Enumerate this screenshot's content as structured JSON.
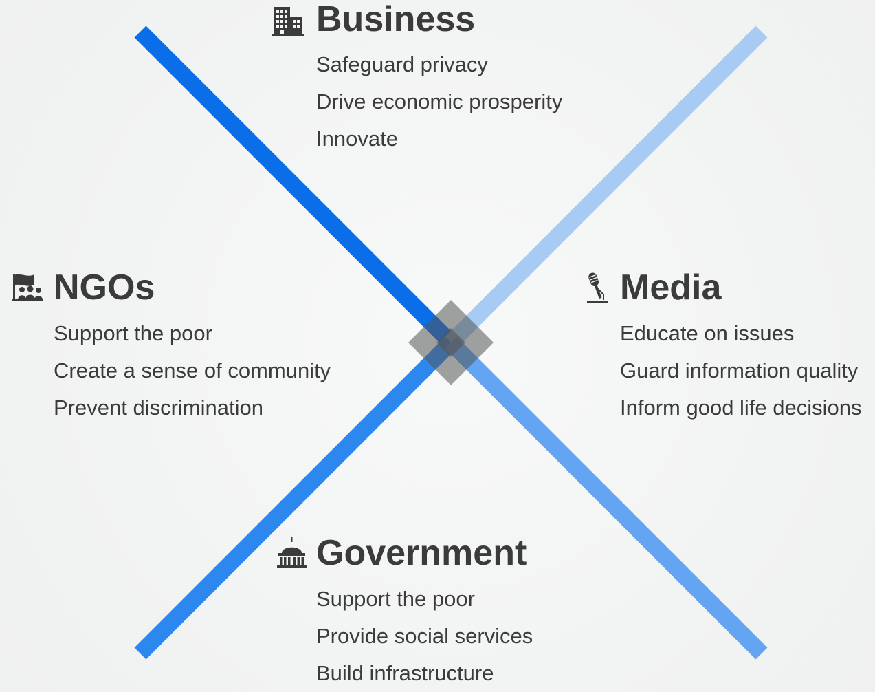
{
  "colors": {
    "line_top_left": "#0a6ee9",
    "line_top_right": "#a7cbf3",
    "line_bottom_left": "#2c88ef",
    "line_bottom_right": "#63a5f3",
    "center_diamond": "#555555",
    "text": "#3b3b3b"
  },
  "groups": {
    "business": {
      "title": "Business",
      "icon": "office-building-icon",
      "items": [
        "Safeguard privacy",
        "Drive economic prosperity",
        "Innovate"
      ]
    },
    "ngos": {
      "title": "NGOs",
      "icon": "community-people-icon",
      "items": [
        "Support the poor",
        "Create a sense of community",
        "Prevent discrimination"
      ]
    },
    "media": {
      "title": "Media",
      "icon": "microphone-icon",
      "items": [
        "Educate on issues",
        "Guard information quality",
        "Inform good life decisions"
      ]
    },
    "government": {
      "title": "Government",
      "icon": "capitol-building-icon",
      "items": [
        "Support the poor",
        "Provide social services",
        "Build infrastructure"
      ]
    }
  }
}
